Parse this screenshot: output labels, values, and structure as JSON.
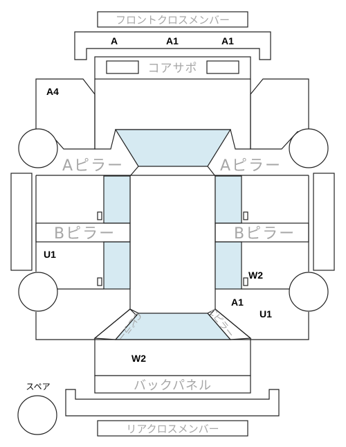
{
  "parts": {
    "front_cross_member": "フロントクロスメンバー",
    "core_support": "コアサポ",
    "a_pillar_left": "Aピラー",
    "a_pillar_right": "Aピラー",
    "b_pillar_left": "Bピラー",
    "b_pillar_right": "Bピラー",
    "c_pillar_left": "Cピラー",
    "c_pillar_right": "Cピラー",
    "back_panel": "バックパネル",
    "rear_cross_member": "リアクロスメンバー",
    "spare": "スペア"
  },
  "damage_marks": {
    "front_member_left": "A",
    "front_member_center": "A1",
    "front_member_right": "A1",
    "front_left_fender": "A4",
    "rear_left_side": "U1",
    "rear_right_near_pillar": "W2",
    "rear_right_fender_a": "A1",
    "rear_right_fender_b": "U1",
    "trunk": "W2"
  }
}
